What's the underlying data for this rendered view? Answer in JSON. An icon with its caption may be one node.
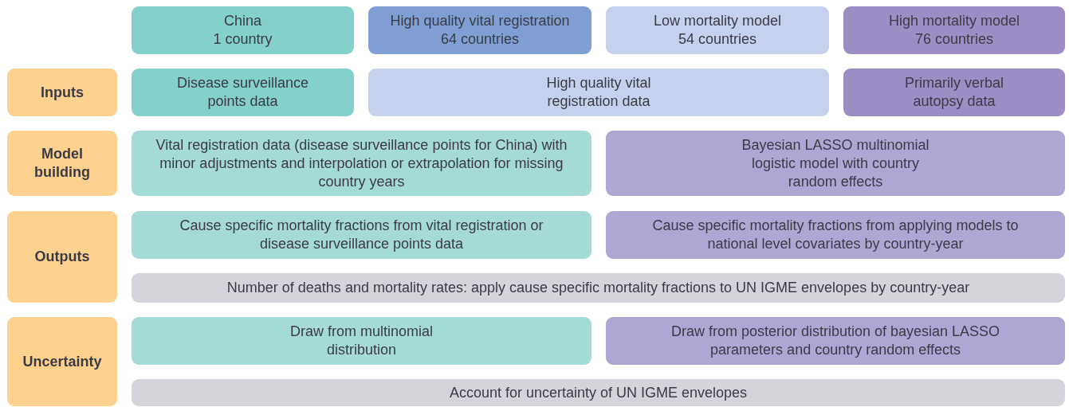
{
  "diagram": {
    "nodes": [
      {
        "text": [
          "China",
          "1 country"
        ]
      },
      {
        "text": [
          "High quality vital registration",
          "64 countries"
        ]
      },
      {
        "text": [
          "Low mortality model",
          "54 countries"
        ]
      },
      {
        "text": [
          "High mortality model",
          "76 countries"
        ]
      },
      {
        "text": [
          "Inputs"
        ]
      },
      {
        "text": [
          "Disease surveillance points data"
        ]
      },
      {
        "text": [
          "High quality vital registration data"
        ]
      },
      {
        "text": [
          "Primarily verbal autopsy data"
        ]
      },
      {
        "text": [
          "Model building"
        ]
      },
      {
        "text": [
          "Vital registration data (disease surveillance points for China) with minor adjustments and interpolation or extrapolation for missing country years"
        ]
      },
      {
        "text": [
          "Bayesian LASSO multinomial logistic model with country random effects"
        ]
      },
      {
        "text": [
          "Outputs"
        ]
      },
      {
        "text": [
          "Cause specific mortality fractions from vital registration or disease surveillance points data"
        ]
      },
      {
        "text": [
          "Cause specific mortality fractions from  applying models to national level covariates by country-year"
        ]
      },
      {
        "text": [
          "Number of deaths and mortality rates: apply cause specific mortality fractions to UN IGME envelopes by country-year"
        ]
      },
      {
        "text": [
          "Uncertainty"
        ]
      },
      {
        "text": [
          "Draw from multinomial distribution"
        ]
      },
      {
        "text": [
          "Draw from posterior distribution of bayesian LASSO parameters and country random effects"
        ]
      },
      {
        "text": [
          "Account for uncertainty of UN IGME envelopes"
        ]
      }
    ]
  }
}
